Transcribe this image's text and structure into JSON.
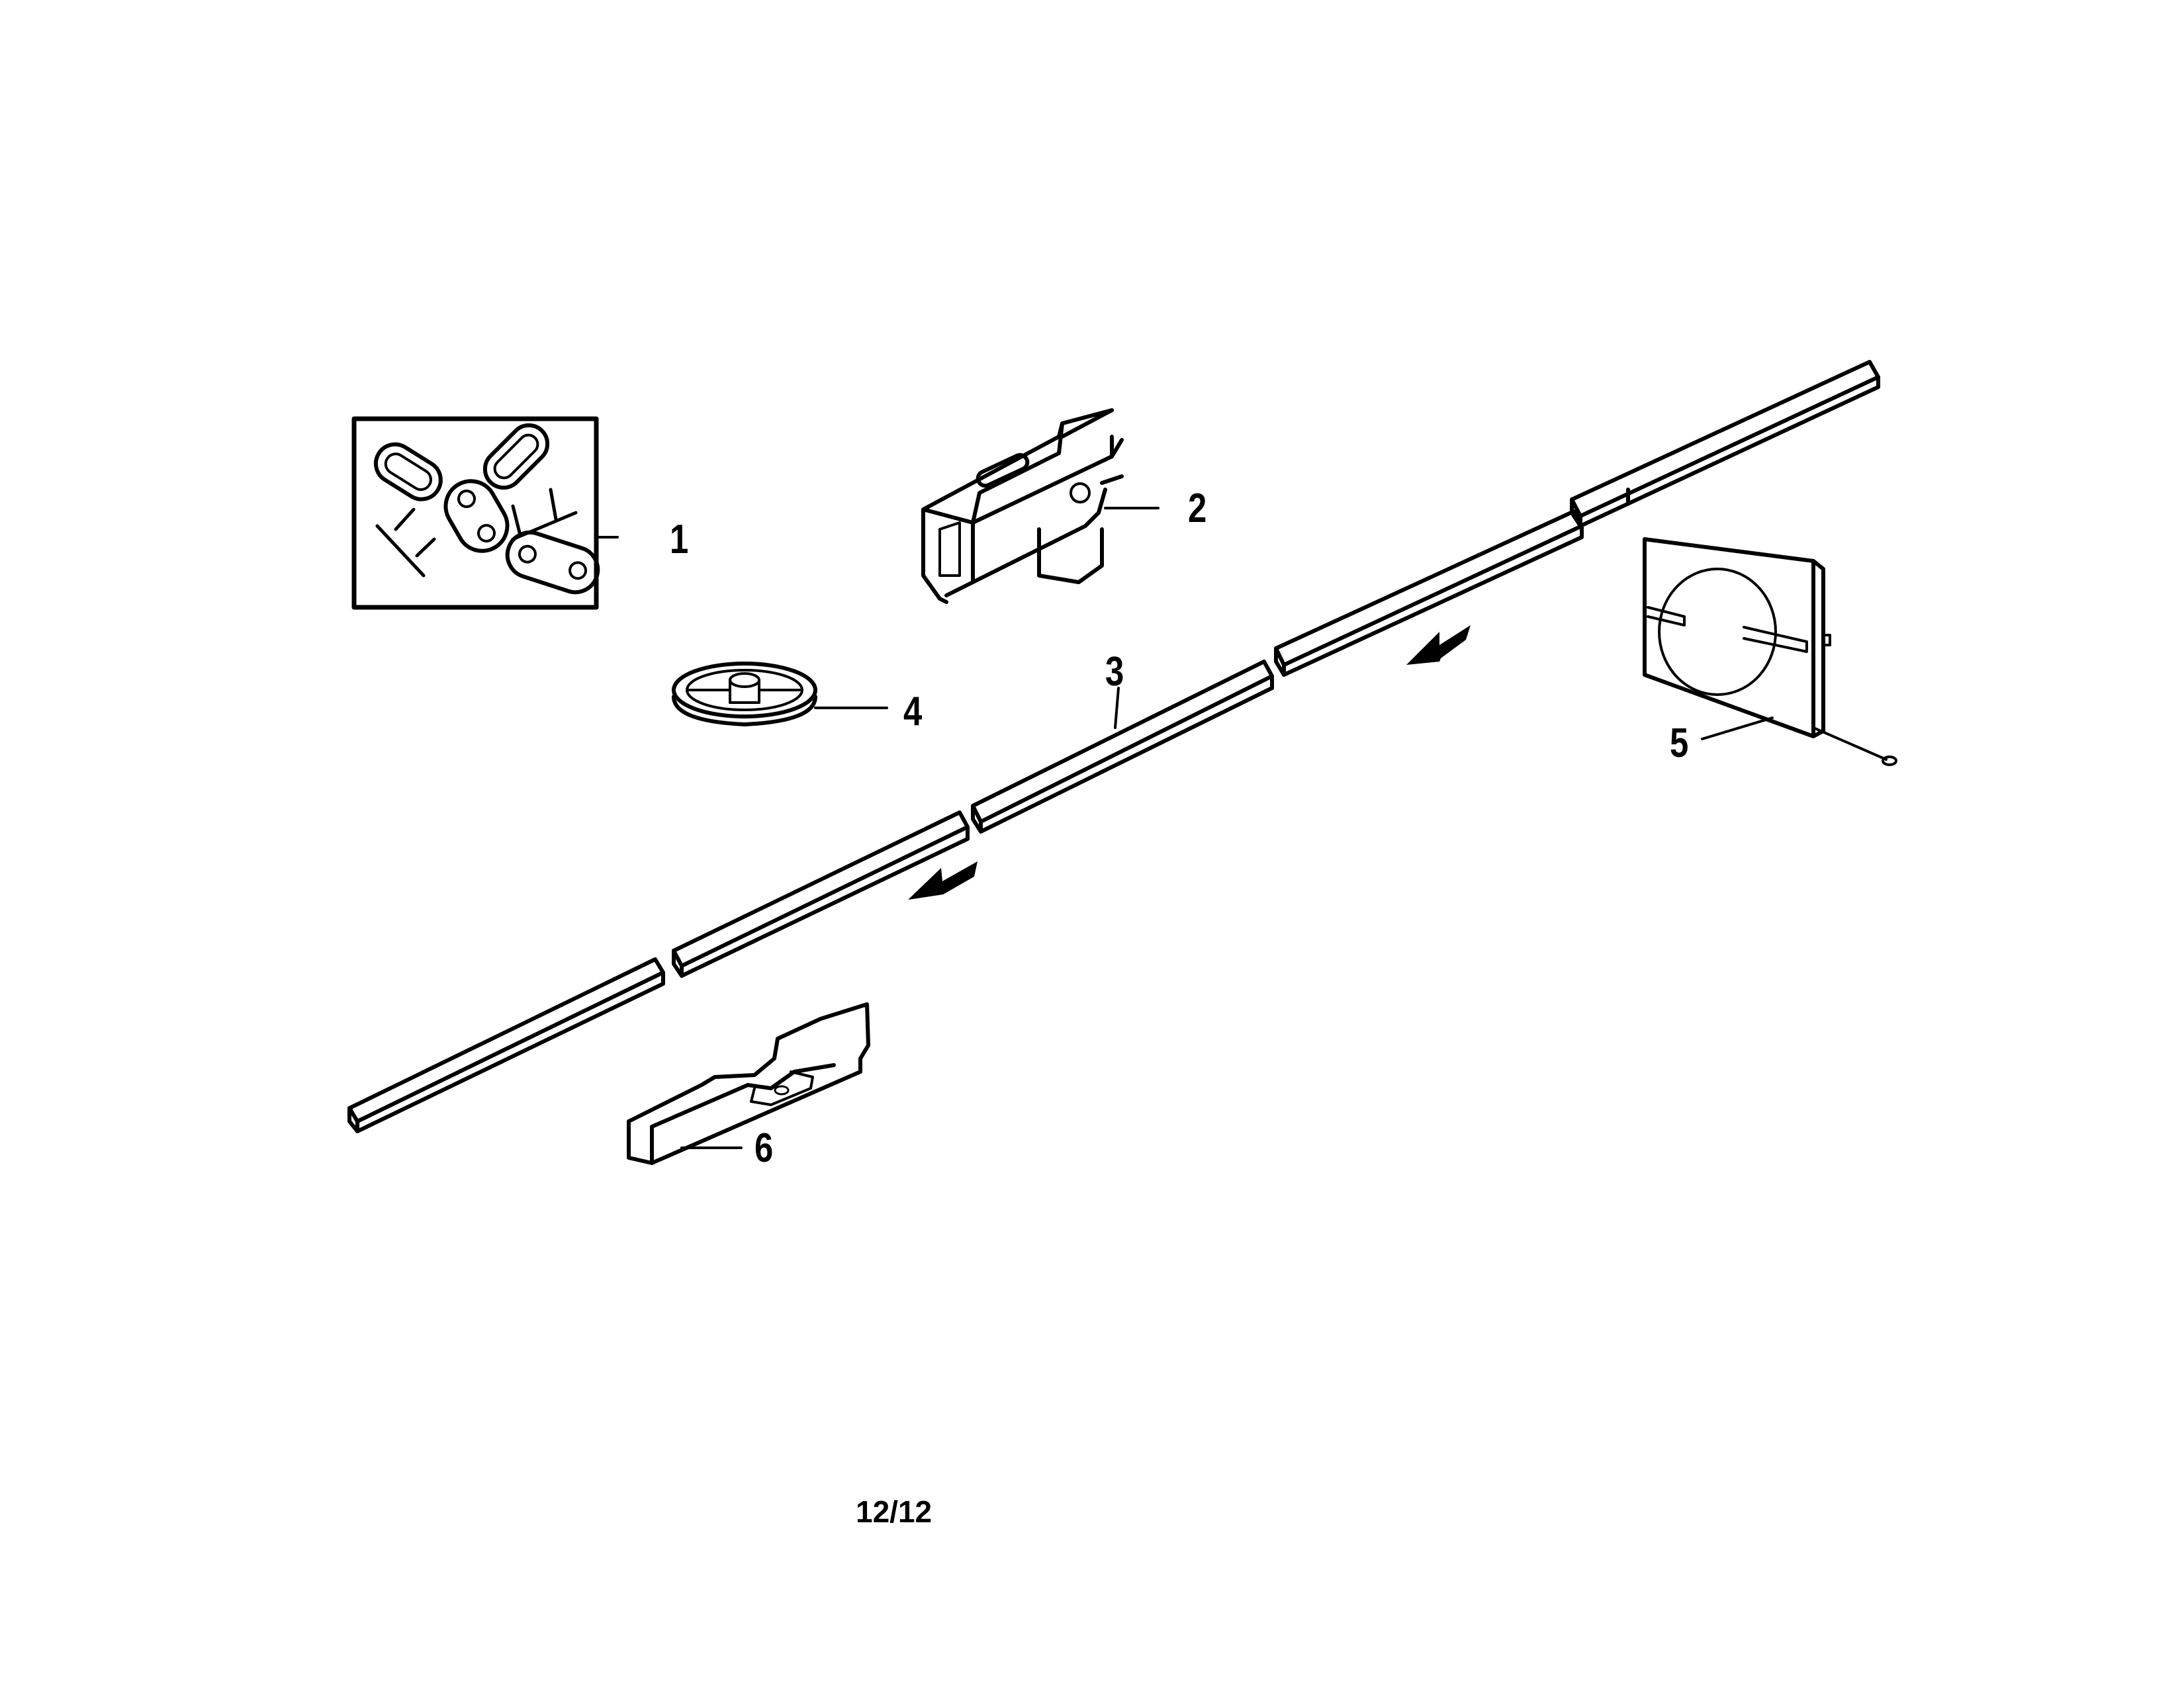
{
  "diagram": {
    "type": "exploded-parts-diagram",
    "description": "Garage door opener rail assembly parts",
    "stroke_color": "#000000",
    "background_color": "#ffffff"
  },
  "parts": [
    {
      "number": "1",
      "name": "master-link-kit"
    },
    {
      "number": "2",
      "name": "trolley"
    },
    {
      "number": "3",
      "name": "rail-section"
    },
    {
      "number": "4",
      "name": "pulley"
    },
    {
      "number": "5",
      "name": "light-lens-panel"
    },
    {
      "number": "6",
      "name": "rail-bracket"
    }
  ],
  "arrows": [
    {
      "name": "assembly-direction-arrow-upper"
    },
    {
      "name": "assembly-direction-arrow-lower"
    }
  ],
  "footer": {
    "page": "12/12"
  }
}
